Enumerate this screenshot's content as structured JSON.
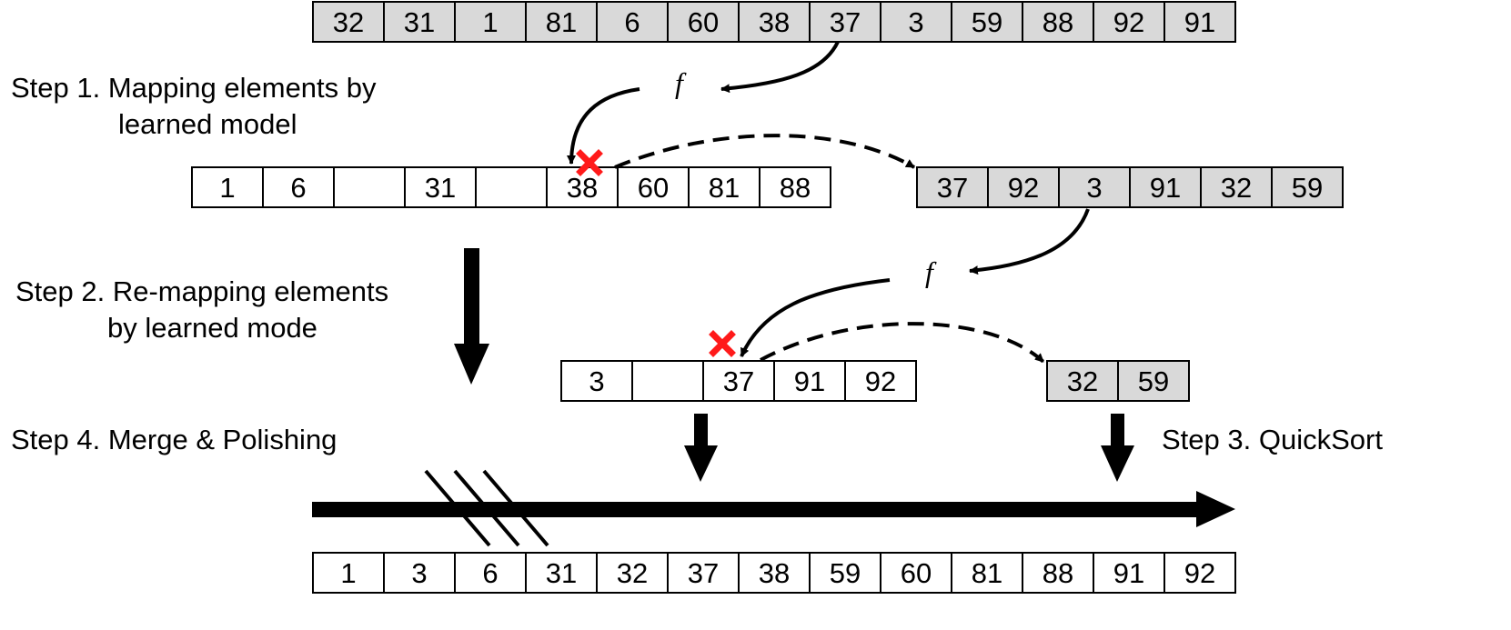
{
  "arrays": {
    "input": {
      "cells": [
        "32",
        "31",
        "1",
        "81",
        "6",
        "60",
        "38",
        "37",
        "3",
        "59",
        "88",
        "92",
        "91"
      ],
      "fill": "#d9d9d9"
    },
    "mapped1": {
      "cells": [
        "1",
        "6",
        "",
        "31",
        "",
        "38",
        "60",
        "81",
        "88"
      ],
      "fill": "#ffffff"
    },
    "conflicts1": {
      "cells": [
        "37",
        "92",
        "3",
        "91",
        "32",
        "59"
      ],
      "fill": "#d9d9d9"
    },
    "mapped2": {
      "cells": [
        "3",
        "",
        "37",
        "91",
        "92"
      ],
      "fill": "#ffffff"
    },
    "conflicts2": {
      "cells": [
        "32",
        "59"
      ],
      "fill": "#d9d9d9"
    },
    "output": {
      "cells": [
        "1",
        "3",
        "6",
        "31",
        "32",
        "37",
        "38",
        "59",
        "60",
        "81",
        "88",
        "91",
        "92"
      ],
      "fill": "#ffffff"
    }
  },
  "labels": {
    "step1_line1": "Step 1. Mapping elements by",
    "step1_line2": "learned model",
    "step2_line1": "Step 2. Re-mapping elements",
    "step2_line2": "by learned mode",
    "step3": "Step 3. QuickSort",
    "step4": "Step 4. Merge & Polishing",
    "func1": "f",
    "func2": "f"
  },
  "icons": {
    "conflict_marker": "red-x-icon",
    "conflict_color": "#ff1a1a"
  }
}
